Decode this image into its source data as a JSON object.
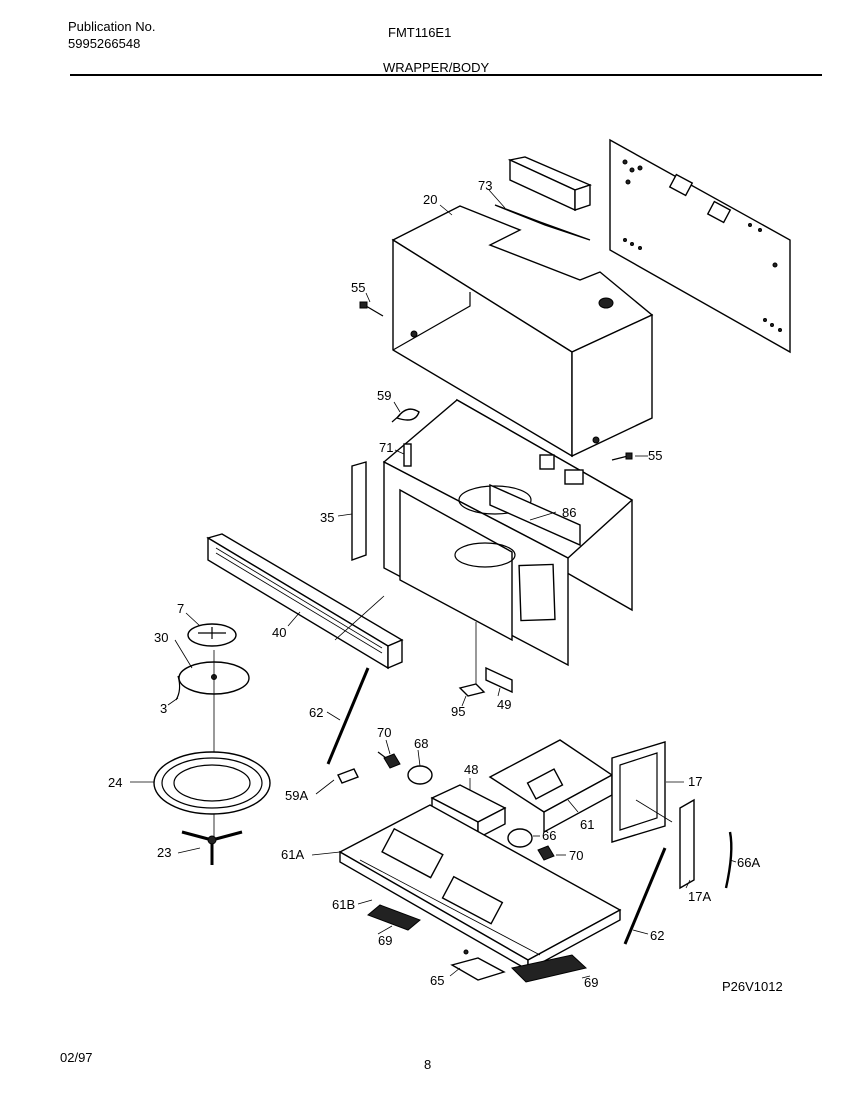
{
  "header": {
    "publication_label": "Publication No.",
    "publication_number": "5995266548",
    "model": "FMT116E1",
    "section": "WRAPPER/BODY"
  },
  "footer": {
    "date": "02/97",
    "page": "8",
    "figure_code": "P26V1012"
  },
  "callouts": [
    "73",
    "20",
    "55",
    "55",
    "59",
    "71",
    "35",
    "86",
    "40",
    "7",
    "30",
    "3",
    "95",
    "49",
    "62",
    "70",
    "68",
    "48",
    "17",
    "24",
    "59A",
    "61",
    "66",
    "70",
    "23",
    "61A",
    "66A",
    "17A",
    "61B",
    "62",
    "69",
    "65",
    "69"
  ]
}
